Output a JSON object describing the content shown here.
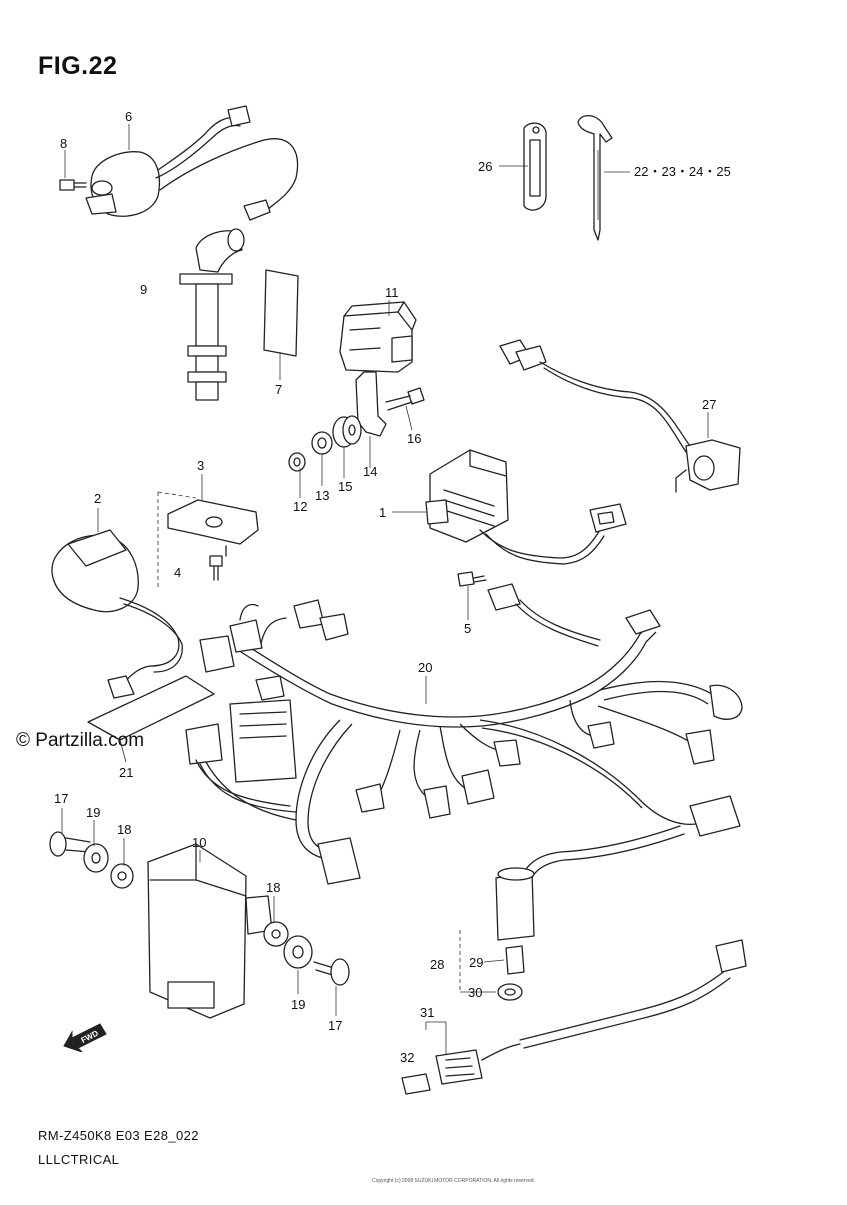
{
  "figure": {
    "title": "FIG.22",
    "model_code": "RM-Z450K8 E03 E28_022",
    "section_name": "LLLCTRICAL",
    "watermark": "© Partzilla.com",
    "forward_label": "FWD",
    "copyright": "Copyright (c) 2008 SUZUKI MOTOR CORPORATION. All rights reserved."
  },
  "callouts": {
    "c1": "1",
    "c2": "2",
    "c3": "3",
    "c4": "4",
    "c5": "5",
    "c6": "6",
    "c7": "7",
    "c8": "8",
    "c9": "9",
    "c10": "10",
    "c11": "11",
    "c12": "12",
    "c13": "13",
    "c14": "14",
    "c15": "15",
    "c16": "16",
    "c17a": "17",
    "c17b": "17",
    "c18a": "18",
    "c18b": "18",
    "c19a": "19",
    "c19b": "19",
    "c20": "20",
    "c21": "21",
    "c22": "22・23・24・25",
    "c26": "26",
    "c27": "27",
    "c28": "28",
    "c29": "29",
    "c30": "30",
    "c31": "31",
    "c32": "32"
  }
}
